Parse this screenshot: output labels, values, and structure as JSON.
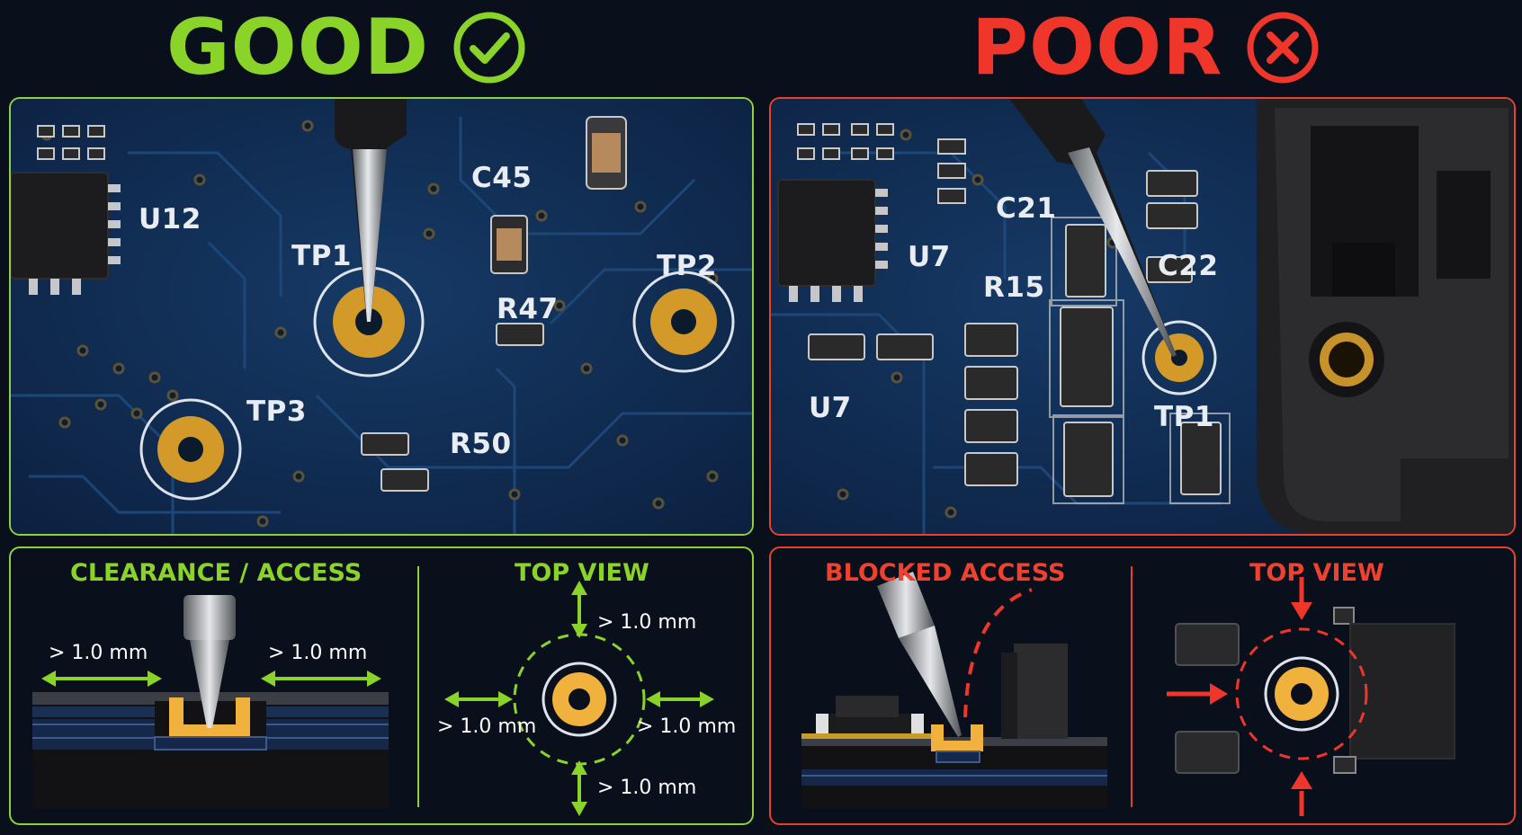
{
  "good": {
    "heading": "GOOD",
    "check_icon": "check-circle-icon",
    "color": "#8ad42a",
    "board_labels": {
      "u12": "U12",
      "tp1": "TP1",
      "c45": "C45",
      "tp2": "TP2",
      "r47": "R47",
      "tp3": "TP3",
      "r50": "R50"
    },
    "clearance_title": "CLEARANCE / ACCESS",
    "clearance_left": "> 1.0 mm",
    "clearance_right": "> 1.0 mm",
    "top_view_title": "TOP VIEW",
    "top_dim": "> 1.0 mm",
    "left_dim": "> 1.0 mm",
    "right_dim": "> 1.0 mm",
    "bottom_dim": "> 1.0 mm"
  },
  "poor": {
    "heading": "POOR",
    "x_icon": "x-circle-icon",
    "color": "#f0362a",
    "board_labels": {
      "c21": "C21",
      "u7_top": "U7",
      "c22": "C22",
      "r15": "R15",
      "u7_bottom": "U7",
      "tp1": "TP1"
    },
    "blocked_title": "BLOCKED ACCESS",
    "top_view_title": "TOP VIEW"
  }
}
